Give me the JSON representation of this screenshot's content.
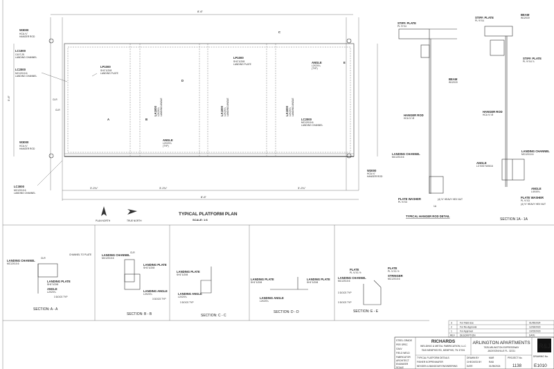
{
  "plan": {
    "title": "TYPICAL PLATFORM PLAN",
    "scale": "SCALE: 1:6",
    "overall_width": "8'-6\"",
    "overall_height": "5'-6\"",
    "bottom_dims": [
      "3'-2¾\"",
      "3'-2¾\"",
      "3'-2¾\""
    ],
    "bottom_overall": "8'-6\"",
    "plan_north": "PLAN NORTH",
    "true_north": "TRUE NORTH",
    "callouts": [
      {
        "mark": "W3000",
        "desc": "HCA-¾\"",
        "type": "HANGER ROD"
      },
      {
        "mark": "LC1000",
        "desc": "C4X7.25",
        "type": "LANDING CHANNEL"
      },
      {
        "mark": "LC2000",
        "desc": "MC12X10.6",
        "type": "LANDING CHANNEL"
      },
      {
        "mark": "W3000",
        "desc": "HCA-¾\"",
        "type": "HANGER ROD"
      },
      {
        "mark": "LC3000",
        "desc": "MC12X10.6",
        "type": "LANDING CHANNEL"
      },
      {
        "mark": "LP1000",
        "desc": "SH1\"1/2X8",
        "type": "LANDING PLATE"
      },
      {
        "mark": "LP1000",
        "desc": "SH1\"1/2X8",
        "type": "LANDING PLATE"
      },
      {
        "mark": "LA1000",
        "desc": "L2X2X¼",
        "type": "LANDING ANGLE"
      },
      {
        "mark": "LA1000",
        "desc": "L2X2X¼",
        "type": "LANDING ANGLE"
      },
      {
        "mark": "LA1000",
        "desc": "L2X2X¼",
        "type": "LANDING ANGLE"
      },
      {
        "mark": "ANGLE",
        "desc": "L2X2X¼",
        "type": "(TYP)"
      },
      {
        "mark": "ANGLE",
        "desc": "L2X2X¼",
        "type": "(TYP)"
      },
      {
        "mark": "LC2000",
        "desc": "MC12X10.6",
        "type": "LANDING CHANNEL"
      },
      {
        "mark": "W3000",
        "desc": "HCA-¾\"",
        "type": "HANGER ROD"
      }
    ],
    "clr": "CLR",
    "section_marks": [
      "A",
      "B",
      "C",
      "D",
      "E"
    ]
  },
  "hanger_detail": {
    "title": "TYPICAL HANGER ROD DETAIL",
    "labels": [
      "STIFF. PLATE",
      "PL ½\"X4",
      "BEAM",
      "W12X19",
      "HANGER ROD",
      "HCA ¾\" Ø",
      "LANDING CHANNEL",
      "MC12X10.6",
      "PLATE WASHER",
      "PL ⅜\"X3",
      "(4) ⅝\" HEAVY HEX NUT",
      "1A"
    ]
  },
  "section_1a": {
    "title": "SECTION 1A - 1A",
    "labels": [
      "STIFF. PLATE",
      "PL ½\"X4",
      "BEAM",
      "W12X19",
      "STIFF. PLATE",
      "PL ½\"X4 ⅞",
      "HANGER ROD",
      "HCA ¾\" Ø",
      "LANDING CHANNEL",
      "MC12X10.6",
      "ANGLE",
      "L3 ½X3 ½X5/16",
      "ANGLE",
      "L4X4X¼",
      "PLATE WASHER",
      "PL ⅜\"X3",
      "(4) ⅝\" HEAVY HEX NUT"
    ]
  },
  "sections": [
    {
      "title": "SECTION: A - A",
      "labels": [
        "LANDING CHANNEL",
        "MC12X10.6",
        "CLR",
        "CHANNEL TO PLATE",
        "LANDING PLATE",
        "SH1\"1/2X8",
        "ANGLE",
        "L2X2X¼",
        "3 DOCS TYP"
      ]
    },
    {
      "title": "SECTION: B - B",
      "labels": [
        "LANDING CHANNEL",
        "MC12X10.6",
        "CLR",
        "LANDING PLATE",
        "SH1\"1/2X8",
        "LANDING ANGLE",
        "L2X2X¼",
        "3 DOCS TYP"
      ]
    },
    {
      "title": "SECTION: C - C",
      "labels": [
        "LANDING PLATE",
        "SH1\"1/2X8",
        "LANDING ANGLE",
        "L2X2X¼",
        "3 DOCS TYP"
      ]
    },
    {
      "title": "SECTION: D - D",
      "labels": [
        "LANDING PLATE",
        "SH1\"1/2X8",
        "LANDING PLATE",
        "SH1\"1/2X8",
        "LANDING ANGLE",
        "L2X2X¼"
      ]
    },
    {
      "title": "SECTION: E - E",
      "labels": [
        "PLATE",
        "PL ¾\"X1 ½",
        "LANDING CHANNEL",
        "MC12X10.6",
        "PLATE",
        "PL ¾\"X1 ½",
        "STRINGER",
        "MC12X10.6",
        "3 DOCS TYP",
        "3 DOCS TYP"
      ]
    }
  ],
  "revisions": [
    {
      "rev": "3",
      "desc": "For Field Use",
      "date": "01/05/2024"
    },
    {
      "rev": "2",
      "desc": "For Re-Approval",
      "date": "12/18/2023"
    },
    {
      "rev": "1",
      "desc": "For Approval",
      "date": "10/15/2023"
    },
    {
      "rev": "REV",
      "desc": "DESCRIPTION",
      "date": "DATE"
    }
  ],
  "title_block": {
    "company": "RICHARDS",
    "company_sub": "WELDING & METAL FABRICATION, LLC",
    "company_addr": "7545 MEMPHIS RD, MEMPHIS, TN 37001",
    "project": "ARLINGTON APARTMENTS",
    "project_addr": "7925 ARLINGTON EXPRESSWAY",
    "project_city": "JACKSONVILLE FL. 32211",
    "sheet_title": "TYPICAL PLATFORM DETAILS",
    "architect": "FISHER KOPPENHAFER",
    "engineer": "NEXGEN & BANGOUR ENGINEERING",
    "drawn_by_label": "DRAWN BY",
    "drawn_by": "MAR",
    "checked_by_label": "CHECKED BY",
    "checked_by": "RAB",
    "date_label": "DATE",
    "date": "01/05/2024",
    "project_no_label": "PROJECT No.",
    "project_no": "1138",
    "drawing_no_label": "DRAWING No.",
    "drawing_no": "E1010",
    "logo_text": "R&J",
    "left_labels": [
      "STEEL GRADE",
      "PER SPEC",
      "GALV",
      "FIELD WELD",
      "FABRICATOR",
      "ARCHITECT",
      "ENGINEER",
      "SCALE"
    ]
  }
}
